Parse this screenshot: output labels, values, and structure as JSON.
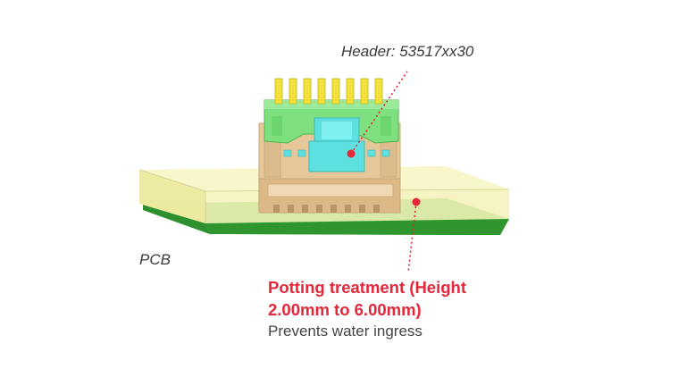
{
  "labels": {
    "header": "Header: 53517xx30",
    "pcb": "PCB",
    "potting_line1": "Potting treatment (Height",
    "potting_line2": "2.00mm to 6.00mm)",
    "potting_note": "Prevents water ingress"
  },
  "colors": {
    "pcb_green": "#3aa63a",
    "potting_yellow": "#f4f2b8",
    "header_green": "#7fe07f",
    "pin_yellow": "#f2e23a",
    "housing_tan": "#e6c79a",
    "latch_cyan": "#5fe0e0",
    "callout_red": "#e4283a",
    "text_gray": "#3a3a3a"
  },
  "header_pin_count": 8
}
